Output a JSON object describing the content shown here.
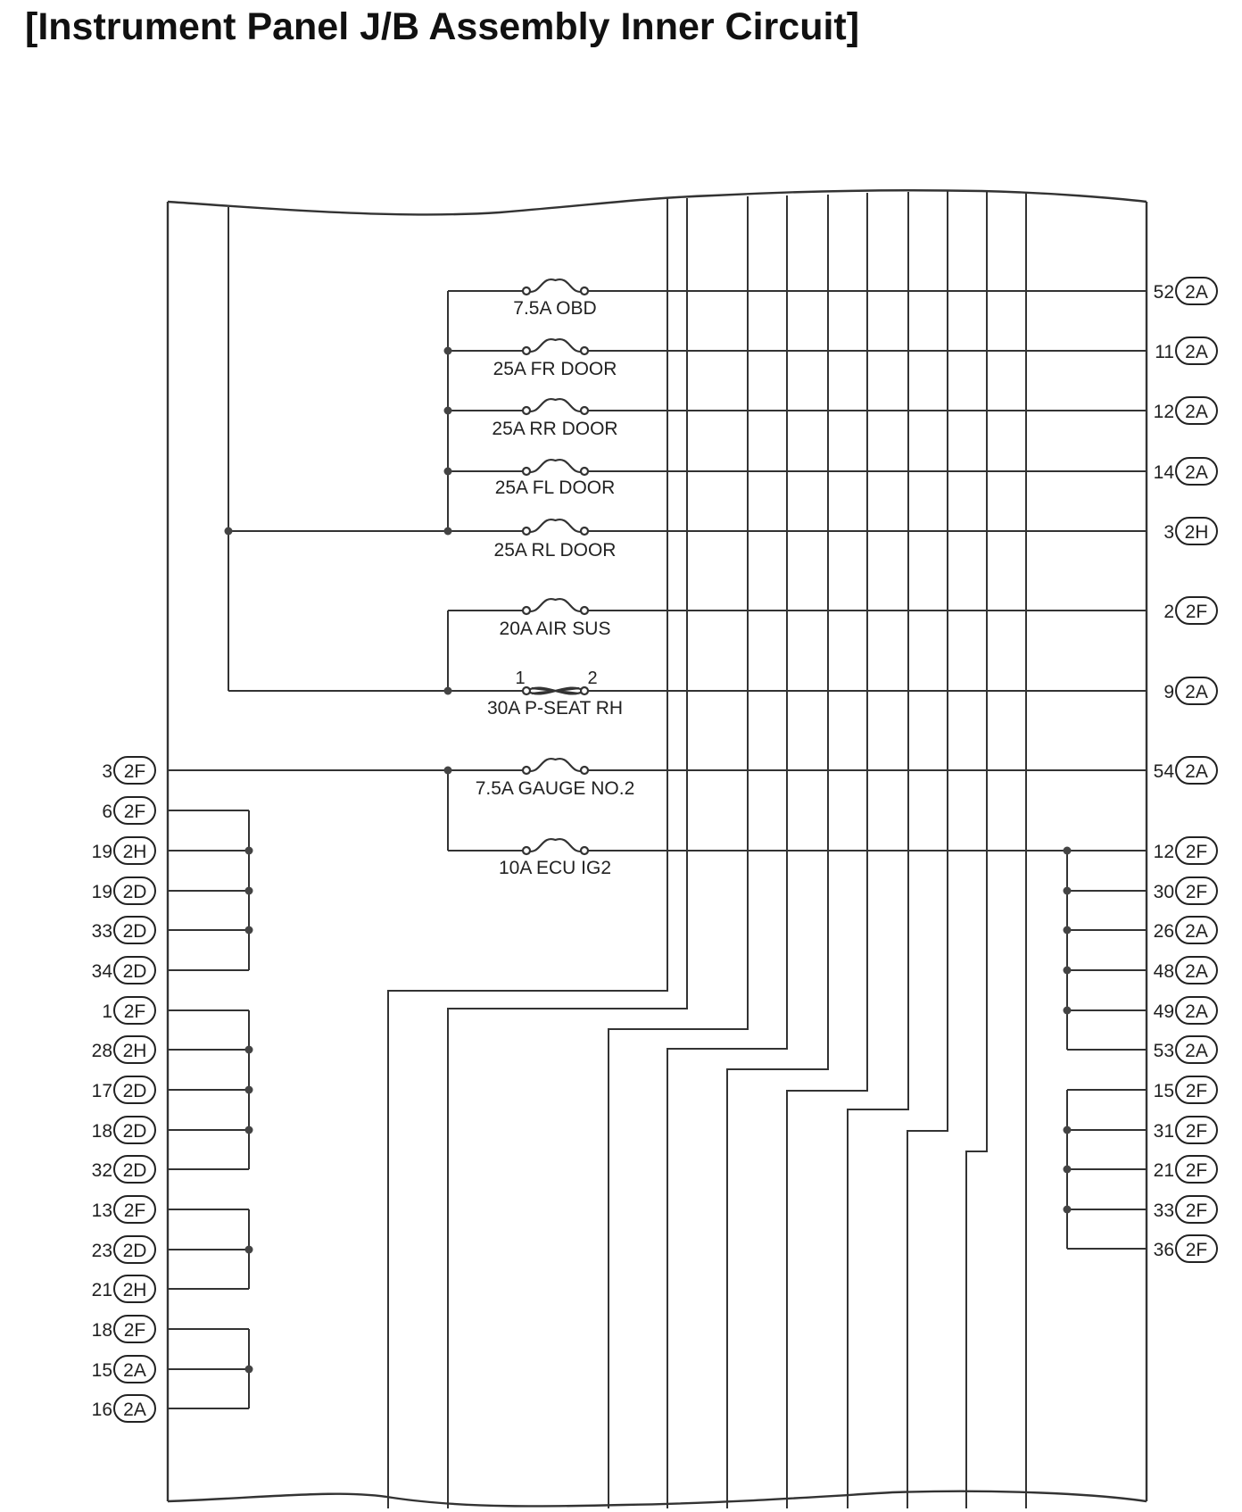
{
  "title": "[Instrument Panel J/B Assembly Inner Circuit]",
  "fuses": [
    {
      "label": "7.5A OBD"
    },
    {
      "label": "25A FR DOOR"
    },
    {
      "label": "25A RR DOOR"
    },
    {
      "label": "25A FL DOOR"
    },
    {
      "label": "25A RL DOOR"
    },
    {
      "label": "20A AIR SUS"
    },
    {
      "label": "30A P-SEAT RH",
      "pins": [
        "1",
        "2"
      ]
    },
    {
      "label": "7.5A GAUGE NO.2"
    },
    {
      "label": "10A ECU IG2"
    }
  ],
  "right_terminals": [
    {
      "pin": "52",
      "conn": "2A"
    },
    {
      "pin": "11",
      "conn": "2A"
    },
    {
      "pin": "12",
      "conn": "2A"
    },
    {
      "pin": "14",
      "conn": "2A"
    },
    {
      "pin": "3",
      "conn": "2H"
    },
    {
      "pin": "2",
      "conn": "2F"
    },
    {
      "pin": "9",
      "conn": "2A"
    },
    {
      "pin": "54",
      "conn": "2A"
    },
    {
      "pin": "12",
      "conn": "2F"
    },
    {
      "pin": "30",
      "conn": "2F"
    },
    {
      "pin": "26",
      "conn": "2A"
    },
    {
      "pin": "48",
      "conn": "2A"
    },
    {
      "pin": "49",
      "conn": "2A"
    },
    {
      "pin": "53",
      "conn": "2A"
    },
    {
      "pin": "15",
      "conn": "2F"
    },
    {
      "pin": "31",
      "conn": "2F"
    },
    {
      "pin": "21",
      "conn": "2F"
    },
    {
      "pin": "33",
      "conn": "2F"
    },
    {
      "pin": "36",
      "conn": "2F"
    }
  ],
  "left_terminals": [
    {
      "pin": "3",
      "conn": "2F"
    },
    {
      "pin": "6",
      "conn": "2F"
    },
    {
      "pin": "19",
      "conn": "2H"
    },
    {
      "pin": "19",
      "conn": "2D"
    },
    {
      "pin": "33",
      "conn": "2D"
    },
    {
      "pin": "34",
      "conn": "2D"
    },
    {
      "pin": "1",
      "conn": "2F"
    },
    {
      "pin": "28",
      "conn": "2H"
    },
    {
      "pin": "17",
      "conn": "2D"
    },
    {
      "pin": "18",
      "conn": "2D"
    },
    {
      "pin": "32",
      "conn": "2D"
    },
    {
      "pin": "13",
      "conn": "2F"
    },
    {
      "pin": "23",
      "conn": "2D"
    },
    {
      "pin": "21",
      "conn": "2H"
    },
    {
      "pin": "18",
      "conn": "2F"
    },
    {
      "pin": "15",
      "conn": "2A"
    },
    {
      "pin": "16",
      "conn": "2A"
    }
  ]
}
